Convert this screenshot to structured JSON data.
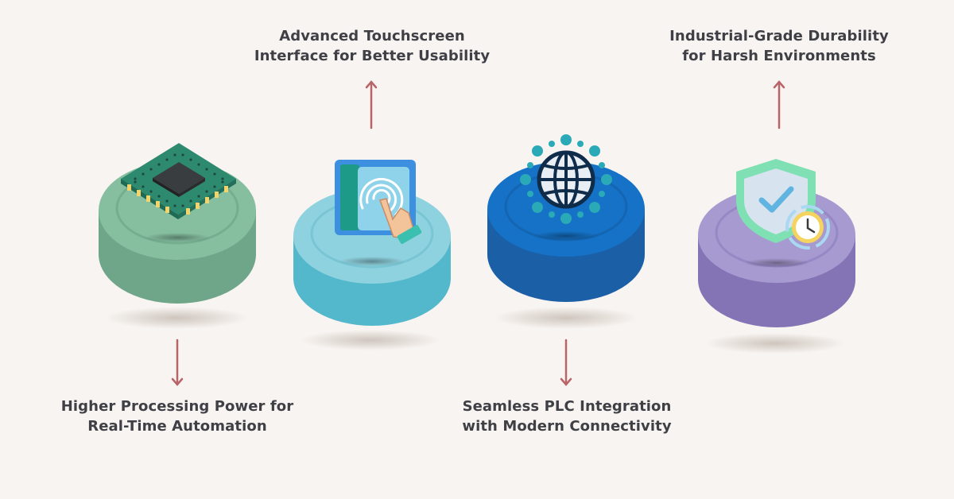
{
  "features": [
    {
      "id": "processing",
      "lines": [
        "Higher Processing Power for",
        "Real-Time Automation"
      ],
      "icon": "microchip-icon",
      "color": "#86bfa0",
      "arrow": "down"
    },
    {
      "id": "touchscreen",
      "lines": [
        "Advanced Touchscreen",
        "Interface for Better Usability"
      ],
      "icon": "touchscreen-hand-icon",
      "color": "#7ccbd8",
      "arrow": "up"
    },
    {
      "id": "connectivity",
      "lines": [
        "Seamless PLC Integration",
        "with Modern Connectivity"
      ],
      "icon": "global-network-icon",
      "color": "#1572c6",
      "arrow": "down"
    },
    {
      "id": "durability",
      "lines": [
        "Industrial-Grade Durability",
        "for Harsh Environments"
      ],
      "icon": "shield-clock-icon",
      "color": "#a79ad0",
      "arrow": "up"
    }
  ],
  "colors": {
    "background": "#f8f4f1",
    "text": "#3f3f46",
    "arrow": "#b86468"
  }
}
